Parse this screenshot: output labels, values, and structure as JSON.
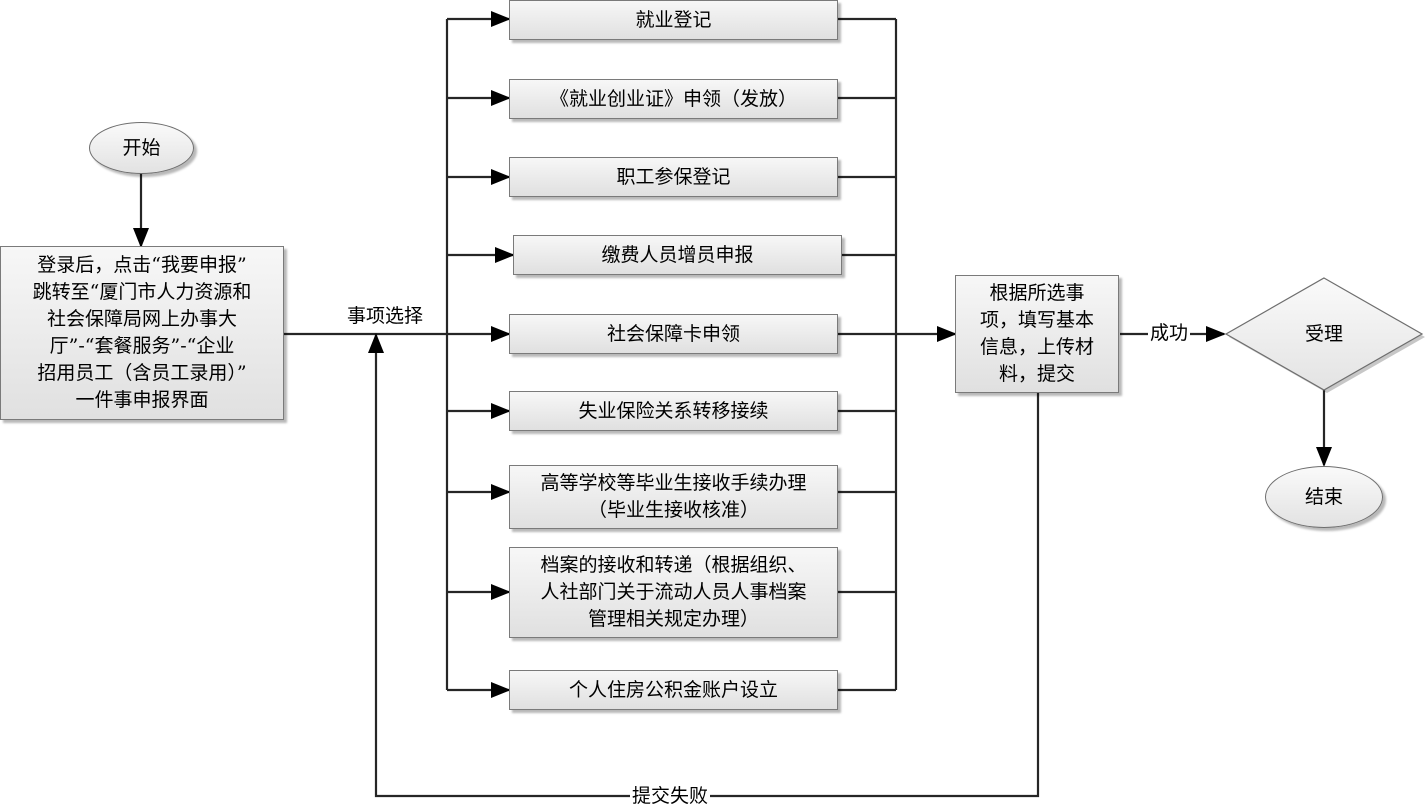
{
  "nodes": {
    "start": "开始",
    "login": "登录后，点击“我要申报”\n跳转至“厦门市人力资源和\n社会保障局网上办事大\n厅”-“套餐服务”-“企业\n招用员工（含员工录用）”\n一件事申报界面",
    "items": [
      "就业登记",
      "《就业创业证》申领（发放）",
      "职工参保登记",
      "缴费人员增员申报",
      "社会保障卡申领",
      "失业保险关系转移接续",
      "高等学校等毕业生接收手续办理\n（毕业生接收核准）",
      "档案的接收和转递（根据组织、\n人社部门关于流动人员人事档案\n管理相关规定办理）",
      "个人住房公积金账户设立"
    ],
    "fill": "根据所选事\n项，填写基本\n信息，上传材\n料，提交",
    "accept": "受理",
    "end": "结束"
  },
  "labels": {
    "select": "事项选择",
    "success": "成功",
    "fail": "提交失败"
  }
}
